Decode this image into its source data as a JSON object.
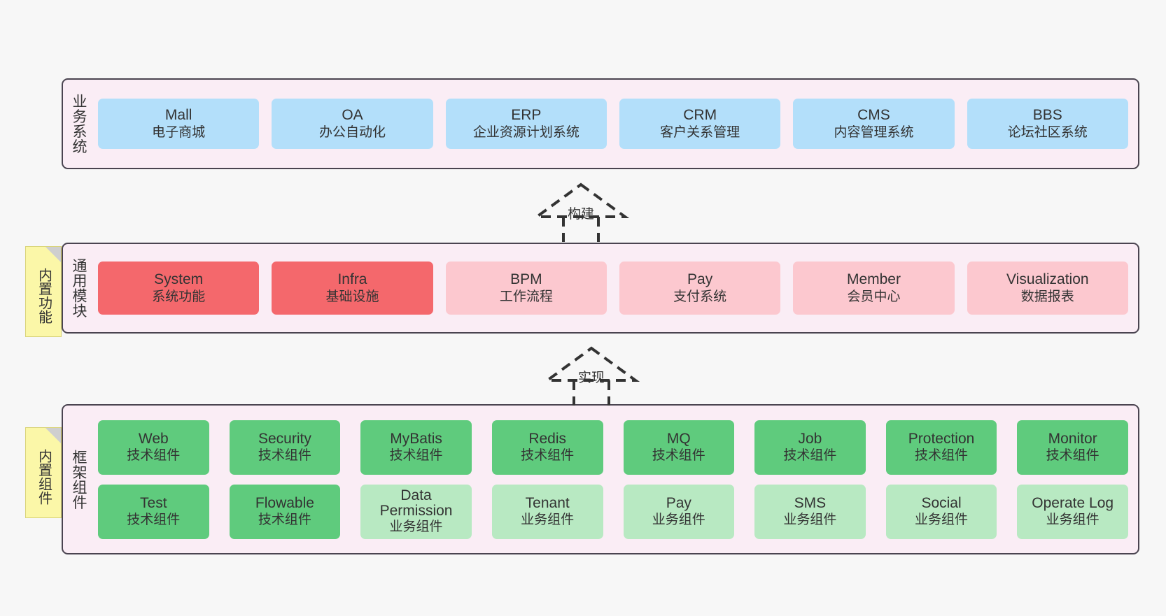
{
  "diagram": {
    "background_color": "#f7f7f7",
    "layer_bg_color": "#faedf5",
    "layer_border_color": "#4a4450",
    "note_color": "#fbf7a8"
  },
  "layers": [
    {
      "id": "business-system",
      "title": "业务系统",
      "note": null,
      "rows": [
        {
          "cards": [
            {
              "name": "Mall",
              "sub": "电子商城",
              "color": "#b3dffa",
              "variant": "c-blue"
            },
            {
              "name": "OA",
              "sub": "办公自动化",
              "color": "#b3dffa",
              "variant": "c-blue"
            },
            {
              "name": "ERP",
              "sub": "企业资源计划系统",
              "color": "#b3dffa",
              "variant": "c-blue"
            },
            {
              "name": "CRM",
              "sub": "客户关系管理",
              "color": "#b3dffa",
              "variant": "c-blue"
            },
            {
              "name": "CMS",
              "sub": "内容管理系统",
              "color": "#b3dffa",
              "variant": "c-blue"
            },
            {
              "name": "BBS",
              "sub": "论坛社区系统",
              "color": "#b3dffa",
              "variant": "c-blue"
            }
          ]
        }
      ]
    },
    {
      "id": "general-module",
      "title": "通用模块",
      "note": "内置功能",
      "rows": [
        {
          "cards": [
            {
              "name": "System",
              "sub": "系统功能",
              "color": "#f4686c",
              "variant": "c-red"
            },
            {
              "name": "Infra",
              "sub": "基础设施",
              "color": "#f4686c",
              "variant": "c-red"
            },
            {
              "name": "BPM",
              "sub": "工作流程",
              "color": "#fcc8cf",
              "variant": "c-pink"
            },
            {
              "name": "Pay",
              "sub": "支付系统",
              "color": "#fcc8cf",
              "variant": "c-pink"
            },
            {
              "name": "Member",
              "sub": "会员中心",
              "color": "#fcc8cf",
              "variant": "c-pink"
            },
            {
              "name": "Visualization",
              "sub": "数据报表",
              "color": "#fcc8cf",
              "variant": "c-pink"
            }
          ]
        }
      ]
    },
    {
      "id": "framework-component",
      "title": "框架组件",
      "note": "内置组件",
      "rows": [
        {
          "cards": [
            {
              "name": "Web",
              "sub": "技术组件",
              "color": "#5fcb7d",
              "variant": "c-green"
            },
            {
              "name": "Security",
              "sub": "技术组件",
              "color": "#5fcb7d",
              "variant": "c-green"
            },
            {
              "name": "MyBatis",
              "sub": "技术组件",
              "color": "#5fcb7d",
              "variant": "c-green"
            },
            {
              "name": "Redis",
              "sub": "技术组件",
              "color": "#5fcb7d",
              "variant": "c-green"
            },
            {
              "name": "MQ",
              "sub": "技术组件",
              "color": "#5fcb7d",
              "variant": "c-green"
            },
            {
              "name": "Job",
              "sub": "技术组件",
              "color": "#5fcb7d",
              "variant": "c-green"
            },
            {
              "name": "Protection",
              "sub": "技术组件",
              "color": "#5fcb7d",
              "variant": "c-green"
            },
            {
              "name": "Monitor",
              "sub": "技术组件",
              "color": "#5fcb7d",
              "variant": "c-green"
            }
          ]
        },
        {
          "cards": [
            {
              "name": "Test",
              "sub": "技术组件",
              "color": "#5fcb7d",
              "variant": "c-green"
            },
            {
              "name": "Flowable",
              "sub": "技术组件",
              "color": "#5fcb7d",
              "variant": "c-green"
            },
            {
              "name": "Data Permission",
              "sub": "业务组件",
              "color": "#b8e9c2",
              "variant": "c-lightgreen"
            },
            {
              "name": "Tenant",
              "sub": "业务组件",
              "color": "#b8e9c2",
              "variant": "c-lightgreen"
            },
            {
              "name": "Pay",
              "sub": "业务组件",
              "color": "#b8e9c2",
              "variant": "c-lightgreen"
            },
            {
              "name": "SMS",
              "sub": "业务组件",
              "color": "#b8e9c2",
              "variant": "c-lightgreen"
            },
            {
              "name": "Social",
              "sub": "业务组件",
              "color": "#b8e9c2",
              "variant": "c-lightgreen"
            },
            {
              "name": "Operate Log",
              "sub": "业务组件",
              "color": "#b8e9c2",
              "variant": "c-lightgreen"
            }
          ]
        }
      ]
    }
  ],
  "connectors": [
    {
      "id": "build",
      "label": "构建",
      "style": "dashed-hollow-triangle",
      "direction": "up"
    },
    {
      "id": "implement",
      "label": "实现",
      "style": "dashed-hollow-triangle",
      "direction": "up"
    }
  ]
}
